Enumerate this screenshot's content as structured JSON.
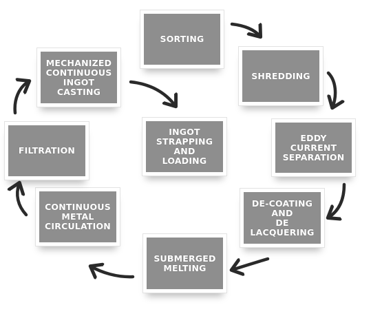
{
  "colors": {
    "box_fill": "#8e8e8e",
    "frame": "#ffffff",
    "text": "#ffffff",
    "arrow": "#2a2a2a"
  },
  "steps": [
    {
      "id": "sorting",
      "label": "SORTING"
    },
    {
      "id": "shredding",
      "label": "SHREDDING"
    },
    {
      "id": "eddy-current-separation",
      "label": "EDDY\nCURRENT\nSEPARATION"
    },
    {
      "id": "de-coating-and-de-lacquering",
      "label": "DE-COATING\nAND\nDE\nLACQUERING"
    },
    {
      "id": "submerged-melting",
      "label": "SUBMERGED\nMELTING"
    },
    {
      "id": "continuous-metal-circulation",
      "label": "CONTINUOUS\nMETAL\nCIRCULATION"
    },
    {
      "id": "filtration",
      "label": "FILTRATION"
    },
    {
      "id": "mechanized-continuous-ingot-casting",
      "label": "MECHANIZED\nCONTINUOUS\nINGOT\nCASTING"
    },
    {
      "id": "ingot-strapping-and-loading",
      "label": "INGOT\nSTRAPPING\nAND\nLOADING"
    }
  ],
  "arrows": [
    {
      "from": "sorting",
      "to": "shredding",
      "icon": "curved-arrow-icon"
    },
    {
      "from": "shredding",
      "to": "eddy-current-separation",
      "icon": "curved-arrow-icon"
    },
    {
      "from": "eddy-current-separation",
      "to": "de-coating-and-de-lacquering",
      "icon": "curved-arrow-icon"
    },
    {
      "from": "de-coating-and-de-lacquering",
      "to": "submerged-melting",
      "icon": "curved-arrow-icon"
    },
    {
      "from": "submerged-melting",
      "to": "continuous-metal-circulation",
      "icon": "curved-arrow-icon"
    },
    {
      "from": "continuous-metal-circulation",
      "to": "filtration",
      "icon": "curved-arrow-icon"
    },
    {
      "from": "filtration",
      "to": "mechanized-continuous-ingot-casting",
      "icon": "curved-arrow-icon"
    },
    {
      "from": "mechanized-continuous-ingot-casting",
      "to": "ingot-strapping-and-loading",
      "icon": "curved-arrow-icon"
    }
  ]
}
